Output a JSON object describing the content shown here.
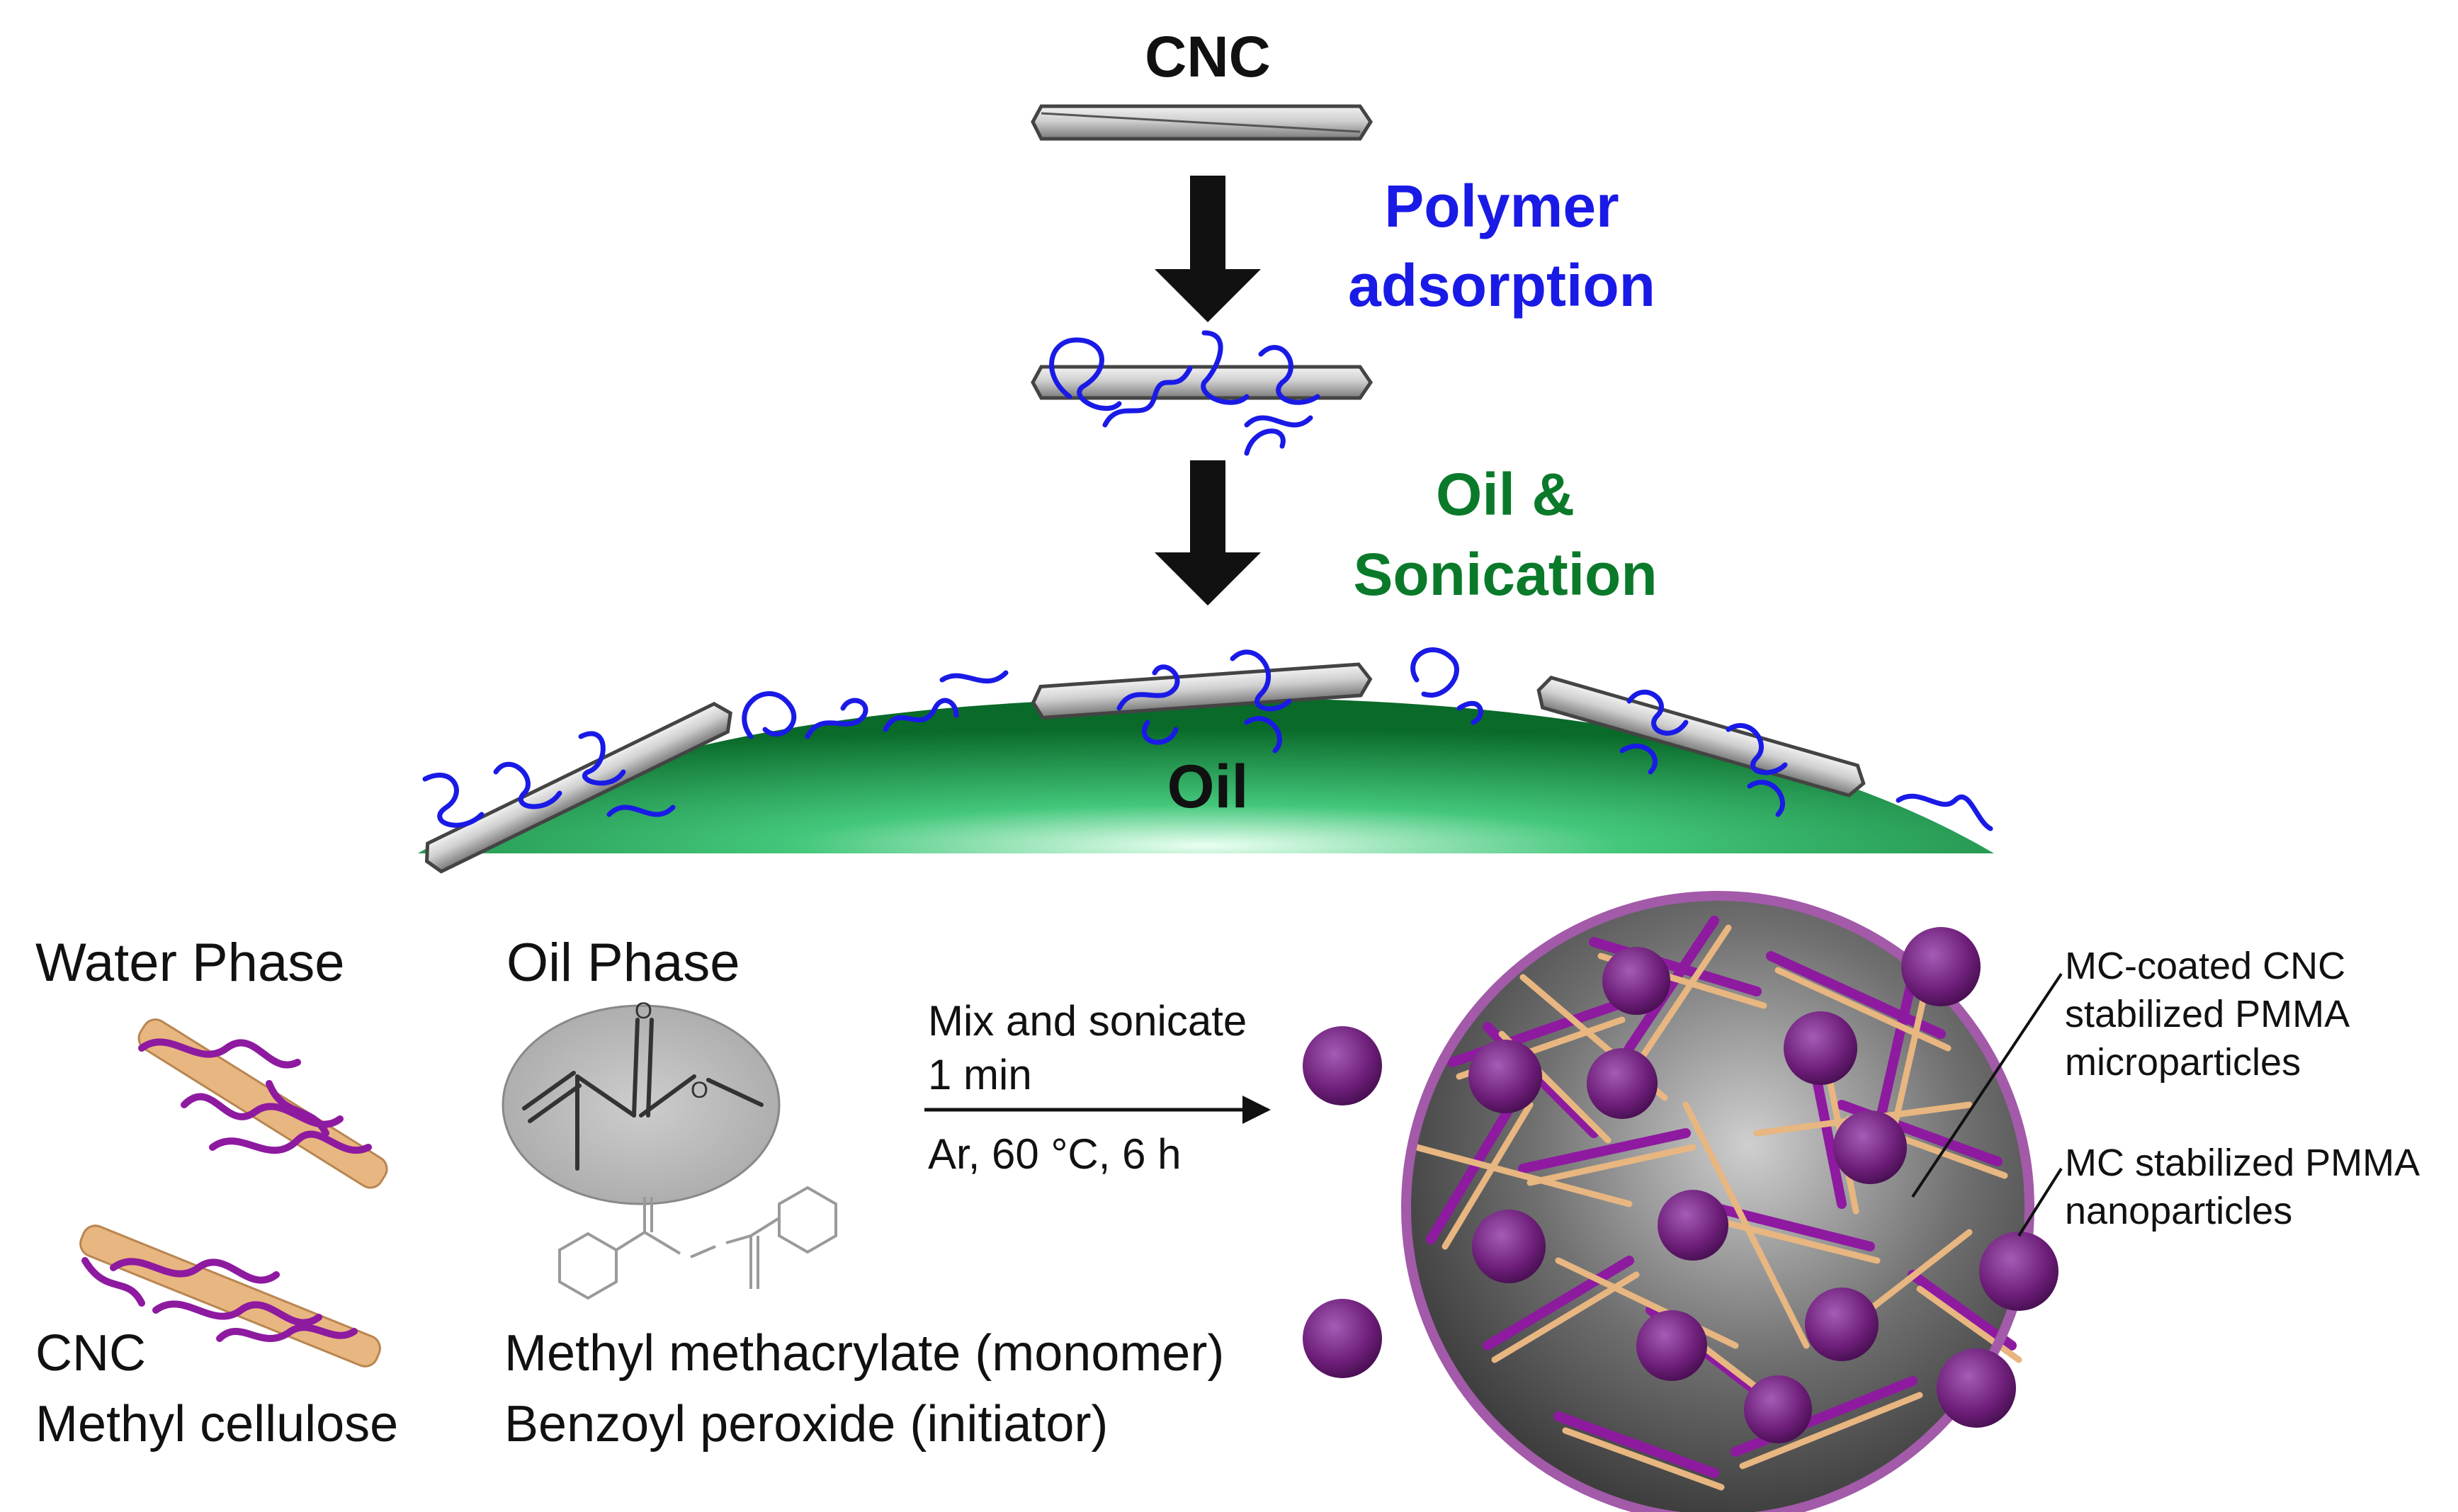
{
  "top_scheme": {
    "cnc_label": "CNC",
    "step1_line1": "Polymer",
    "step1_line2": "adsorption",
    "step2_line1": "Oil &",
    "step2_line2": "Sonication",
    "oil_label": "Oil"
  },
  "bottom_scheme": {
    "water_phase_title": "Water Phase",
    "oil_phase_title": "Oil Phase",
    "water_component_1": "CNC",
    "water_component_2": "Methyl cellulose",
    "oil_component_1": "Methyl methacrylate (monomer)",
    "oil_component_2": "Benzoyl peroxide (initiator)",
    "condition_line1": "Mix and sonicate",
    "condition_line2": "1 min",
    "condition_line3": "Ar, 60 °C, 6 h",
    "callout_micro_line1": "MC-coated CNC",
    "callout_micro_line2": "stabilized PMMA",
    "callout_micro_line3": "microparticles",
    "callout_nano_line1": "MC stabilized PMMA",
    "callout_nano_line2": "nanoparticles"
  },
  "colors": {
    "polymer_blue": "#1a1ae6",
    "oil_green": "#0a7a2a",
    "methylcellulose_purple": "#8e1aa0",
    "cnc_tan": "#e8b680",
    "nanoparticle_purple": "#6e1f7a"
  }
}
